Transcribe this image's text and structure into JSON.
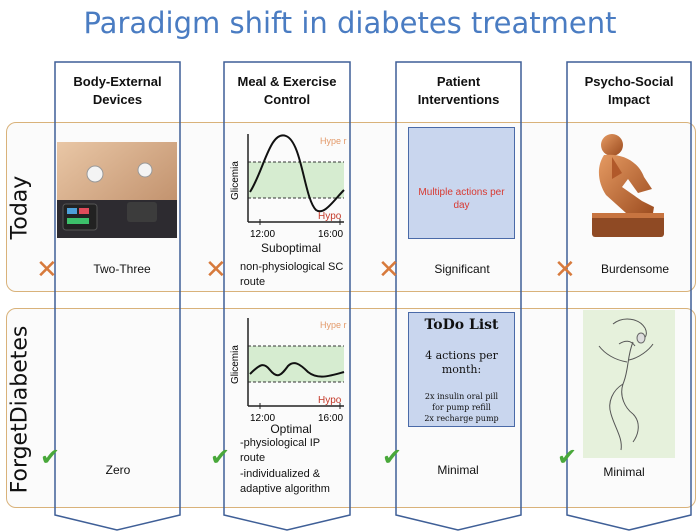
{
  "title": "Paradigm shift in diabetes treatment",
  "columns": [
    {
      "header": "Body-External Devices"
    },
    {
      "header": "Meal & Exercise Control"
    },
    {
      "header": "Patient Interventions"
    },
    {
      "header": "Psycho-Social Impact"
    }
  ],
  "rows": {
    "today": {
      "label": "Today",
      "devices": "Two-Three",
      "meal_caption": "Suboptimal",
      "meal_note": "non-physiological SC route",
      "patient_box": "Multiple actions per day",
      "patient": "Significant",
      "psycho": "Burdensome"
    },
    "future": {
      "label": "ForgetDiabetes",
      "devices": "Zero",
      "meal_caption": "Optimal",
      "meal_note_1": "-physiological IP route",
      "meal_note_2": "-individualized & adaptive algorithm",
      "todo_title": "ToDo List",
      "todo_main": "4 actions per month:",
      "todo_item_1": "2x insulin oral pill",
      "todo_item_2": "for pump refill",
      "todo_item_3": "2x recharge pump",
      "patient": "Minimal",
      "psycho": "Minimal"
    }
  },
  "chart_labels": {
    "ylabel": "Glicemia",
    "hyper": "Hype r",
    "hypo": "Hypo",
    "t1": "12:00",
    "t2": "16:00"
  },
  "colors": {
    "title": "#4a7cc2",
    "band_border": "#d9b27a",
    "column_border": "#3f5f97",
    "x_mark": "#d77a3c",
    "check_mark": "#49a83a",
    "target_zone": "#d6ecd0"
  },
  "marks": {
    "cross": "✕",
    "check": "✔"
  }
}
